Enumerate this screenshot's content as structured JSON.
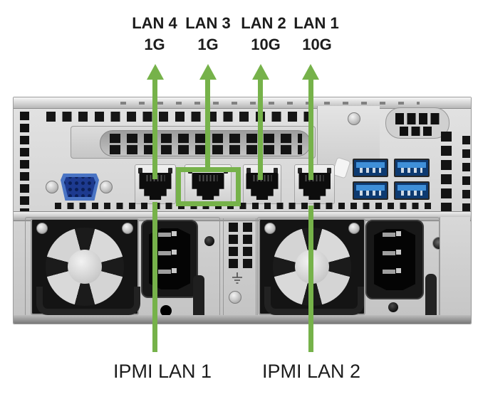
{
  "diagram": {
    "background": "#ffffff",
    "accent_green": "#76b24a",
    "top_labels": [
      {
        "port": "LAN 4",
        "speed": "1G"
      },
      {
        "port": "LAN 3",
        "speed": "1G"
      },
      {
        "port": "LAN 2",
        "speed": "10G"
      },
      {
        "port": "LAN 1",
        "speed": "10G"
      }
    ],
    "bottom_labels": [
      {
        "label": "IPMI LAN 1"
      },
      {
        "label": "IPMI LAN 2"
      }
    ]
  }
}
